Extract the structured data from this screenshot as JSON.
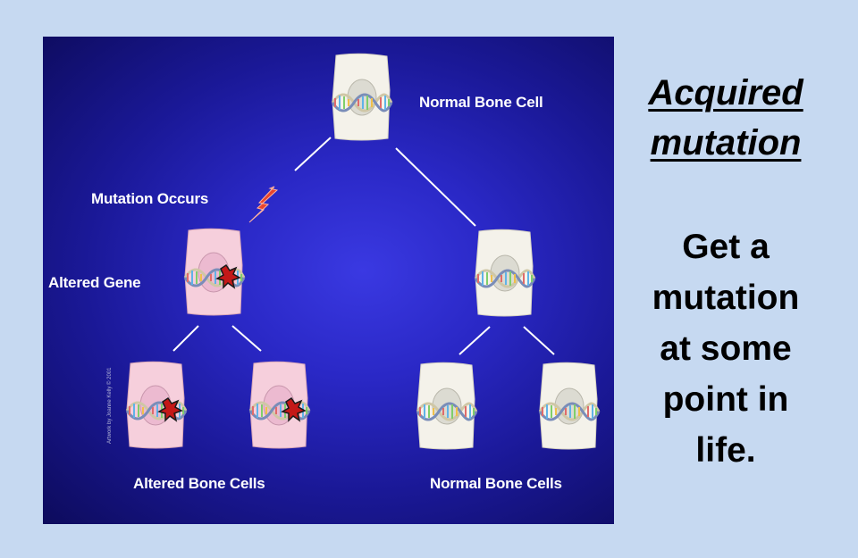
{
  "diagram": {
    "labels": {
      "normal_bone_cell": "Normal Bone Cell",
      "mutation_occurs": "Mutation Occurs",
      "altered_gene": "Altered Gene",
      "altered_bone_cells": "Altered Bone Cells",
      "normal_bone_cells": "Normal Bone Cells"
    },
    "credit": "Artwork by Joanne Kelly © 2001",
    "colors": {
      "background_light": "#3a39e2",
      "background_dark": "#0d0b5c",
      "normal_cell": "#f4f2ea",
      "altered_cell": "#f6cfdc",
      "mutation_bolt": "#e8452e",
      "mutation_mark": "#c41818"
    }
  },
  "side_panel": {
    "title_line1": "Acquired",
    "title_line2": "mutation",
    "body_lines": [
      "Get a",
      "mutation",
      "at some",
      "point in",
      "life."
    ]
  },
  "colors": {
    "page_background": "#c6d9f1",
    "text": "#000000"
  }
}
